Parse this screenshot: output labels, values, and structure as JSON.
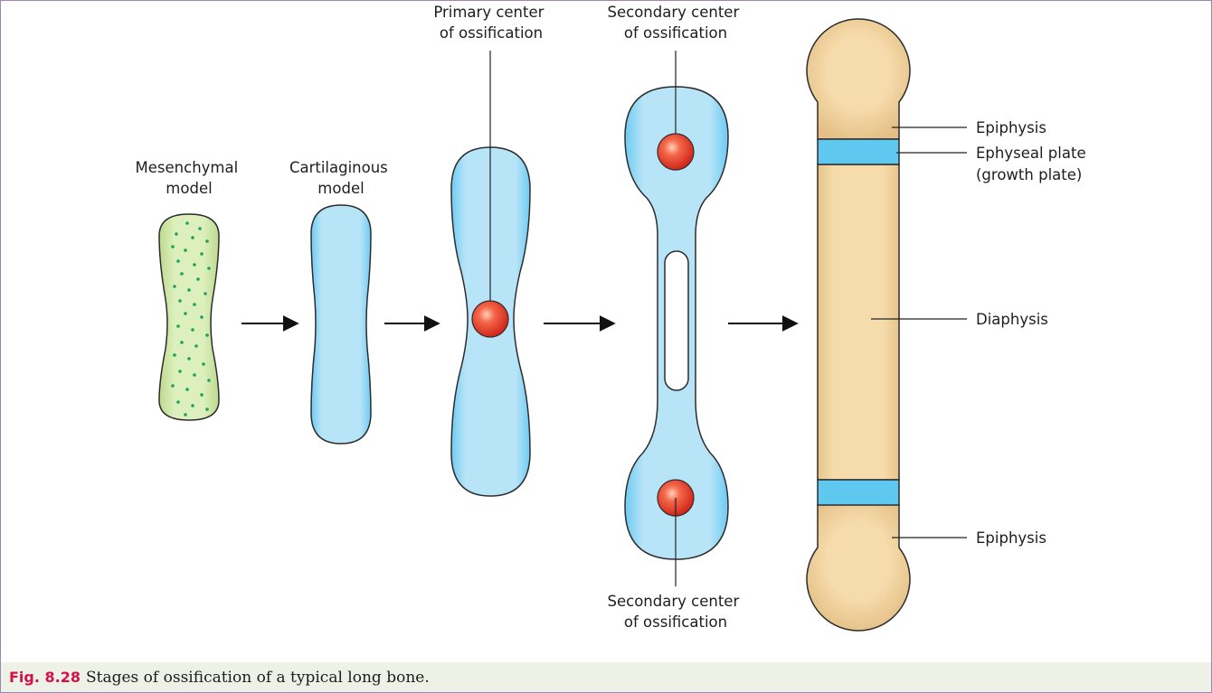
{
  "stages": {
    "mesenchymal": [
      "Mesenchymal",
      "model"
    ],
    "cartilaginous": [
      "Cartilaginous",
      "model"
    ],
    "primary_center": [
      "Primary center",
      "of ossification"
    ],
    "secondary_center_top": [
      "Secondary center",
      "of ossification"
    ],
    "secondary_center_bottom": [
      "Secondary center",
      "of ossification"
    ]
  },
  "bone_parts": {
    "epiphysis_top": "Epiphysis",
    "epiphyseal_plate": [
      "Ephyseal plate",
      "(growth plate)"
    ],
    "diaphysis": "Diaphysis",
    "epiphysis_bottom": "Epiphysis"
  },
  "caption": {
    "number": "Fig. 8.28",
    "text": "Stages of ossification of a typical long bone."
  },
  "colors": {
    "mesenchyme": "#d9ecb4",
    "mesenchyme_dots": "#1aa35a",
    "cartilage": "#bfe6f8",
    "cartilage_edge": "#4fc2ee",
    "ossification_center": "#e8402c",
    "bone": "#f4d8a4",
    "growth_plate": "#5ec8f0",
    "caption_accent": "#d4114d",
    "frame": "#9b86b8"
  }
}
